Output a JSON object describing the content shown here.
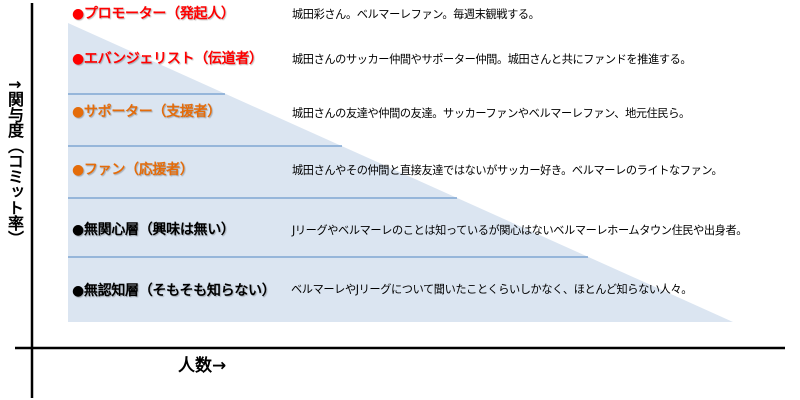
{
  "colors": {
    "triangle_fill": "#DBE5F1",
    "separator_line": "#7FA6D3",
    "axis": "#000000",
    "tier_red": "#FF0000",
    "tier_orange": "#E46C0A",
    "tier_black": "#000000"
  },
  "axes": {
    "y_label": "↑関与度（コミット率）",
    "x_label": "人数→"
  },
  "rows": [
    {
      "label": "●プロモーター（発起人）",
      "color": "tier_red",
      "description": "城田彩さん。ベルマーレファン。毎週末観戦する。"
    },
    {
      "label": "●エバンジェリスト（伝道者）",
      "color": "tier_red",
      "description": "城田さんのサッカー仲間やサポーター仲間。城田さんと共にファンドを推進する。"
    },
    {
      "label": "●サポーター（支援者）",
      "color": "tier_orange",
      "description": "城田さんの友達や仲間の友達。サッカーファンやベルマーレファン、地元住民ら。"
    },
    {
      "label": "●ファン（応援者）",
      "color": "tier_orange",
      "description": "城田さんやその仲間と直接友達ではないがサッカー好き。ベルマーレのライトなファン。"
    },
    {
      "label": "●無関心層（興味は無い）",
      "color": "tier_black",
      "description": "Jリーグやベルマーレのことは知っているが関心はないベルマーレホームタウン住民や出身者。"
    },
    {
      "label": "●無認知層（そもそも知らない）",
      "color": "tier_black",
      "description": "ベルマーレやJリーグについて聞いたことくらいしかなく、ほとんど知らない人々。"
    }
  ]
}
